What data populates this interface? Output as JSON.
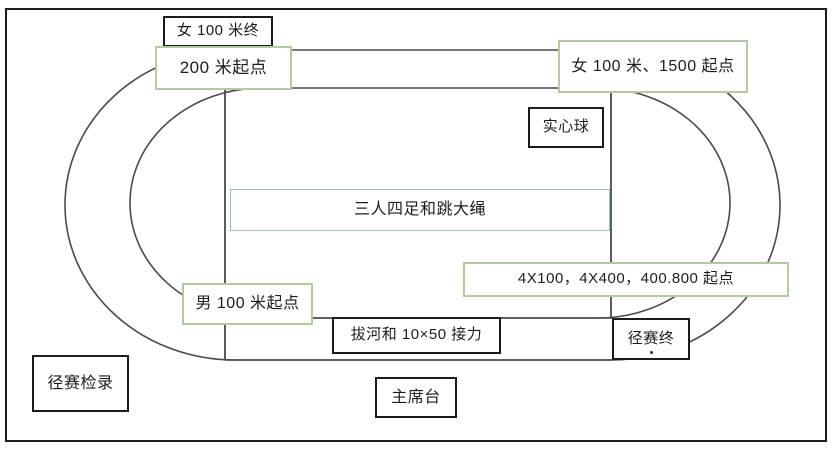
{
  "diagram": {
    "type": "sports-field-layout",
    "colors": {
      "frame_border": "#1c1c1c",
      "black_box_border": "#1b1b1b",
      "green_box_border": "#b5c9a2",
      "blue_box_border": "#9dbecb",
      "track_line": "#4a4a4a",
      "background": "#ffffff"
    },
    "labels": {
      "women_100m_finish": "女 100 米终",
      "start_200m": "200 米起点",
      "women_100_1500_start": "女 100 米、1500 起点",
      "shot_put": "实心球",
      "three_legged_and_jump_rope": "三人四足和跳大绳",
      "relay_starts": "4X100，4X400，400.800 起点",
      "men_100m_start": "男 100 米起点",
      "tug_of_war_relay": "拔河和 10×50 接力",
      "track_finish": "径赛终",
      "track_check_in": "径赛检录",
      "rostrum": "主席台"
    }
  }
}
